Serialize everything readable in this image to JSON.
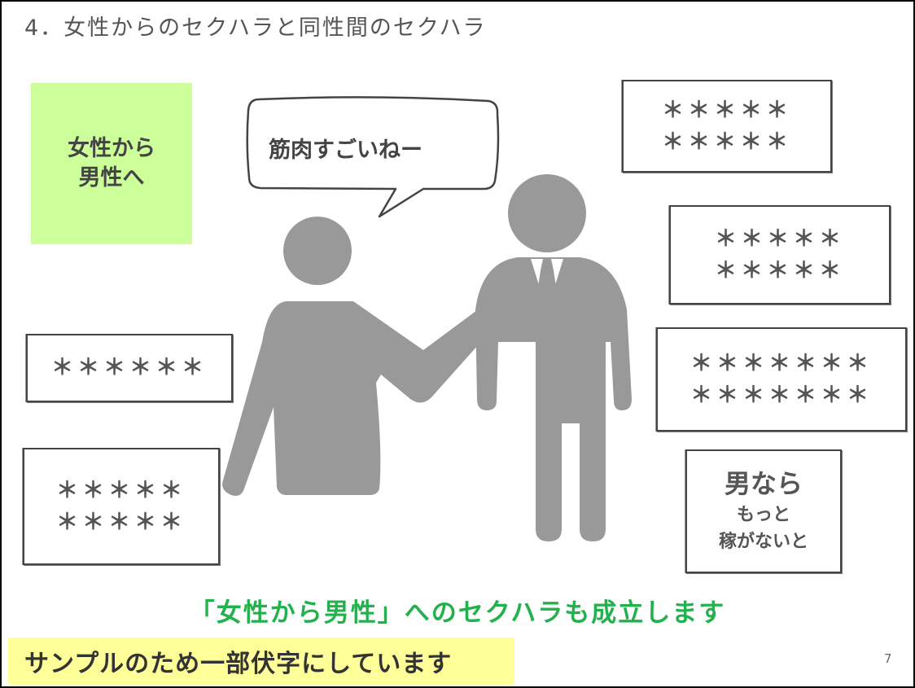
{
  "slide": {
    "title": "4．女性からのセクハラと同性間のセクハラ",
    "label_line1": "女性から",
    "label_line2": "男性へ",
    "speech": "筋肉すごいねー",
    "box_right1_line1": "＊＊＊＊＊",
    "box_right1_line2": "＊＊＊＊＊",
    "box_right2_line1": "＊＊＊＊＊",
    "box_right2_line2": "＊＊＊＊＊",
    "box_right3_line1": "＊＊＊＊＊＊＊",
    "box_right3_line2": "＊＊＊＊＊＊＊",
    "box_right4_line1": "男なら",
    "box_right4_line2": "もっと",
    "box_right4_line3": "稼がないと",
    "box_left1": "＊＊＊＊＊＊",
    "box_left2_line1": "＊＊＊＊＊",
    "box_left2_line2": "＊＊＊＊＊",
    "bottom_message": "「女性から男性」へのセクハラも成立します",
    "notice": "サンプルのため一部伏字にしています",
    "page_number": "7"
  },
  "colors": {
    "label_bg": "#ccff99",
    "message": "#22b14c",
    "notice_bg": "#ffff99",
    "figure": "#999999"
  }
}
